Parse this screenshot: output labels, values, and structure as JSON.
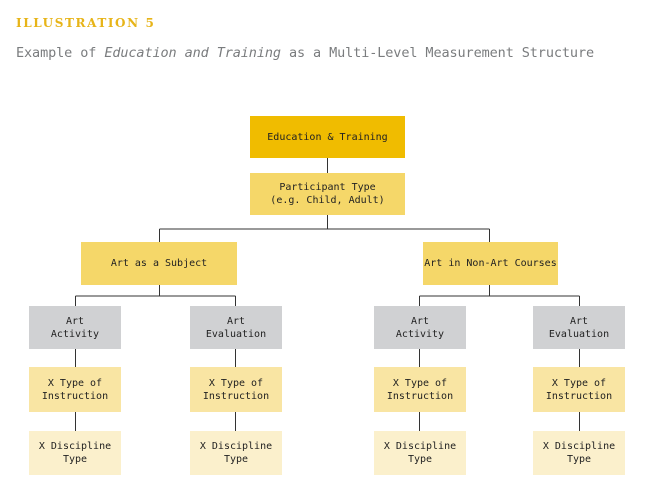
{
  "header": {
    "overline": "ILLUSTRATION 5",
    "title_prefix": "Example of ",
    "title_italic": "Education and Training",
    "title_suffix": " as a Multi-Level Measurement Structure"
  },
  "nodes": {
    "root": "Education & Training",
    "participant": "Participant Type\n(e.g. Child, Adult)",
    "left_branch": "Art as a Subject",
    "right_branch": "Art in Non-Art Courses",
    "art_activity": "Art\nActivity",
    "art_evaluation": "Art\nEvaluation",
    "type_of_instruction": "X Type of\nInstruction",
    "discipline_type": "X Discipline\nType"
  },
  "colors": {
    "level1": "#f0bc00",
    "level2": "#f5d769",
    "level3": "#f9e5a3",
    "level4": "#d0d1d3",
    "level5": "#f9e5a3",
    "level6": "#fbf0cc",
    "overline": "#e7b418",
    "title": "#7a7c7e",
    "connector": "#333333"
  }
}
